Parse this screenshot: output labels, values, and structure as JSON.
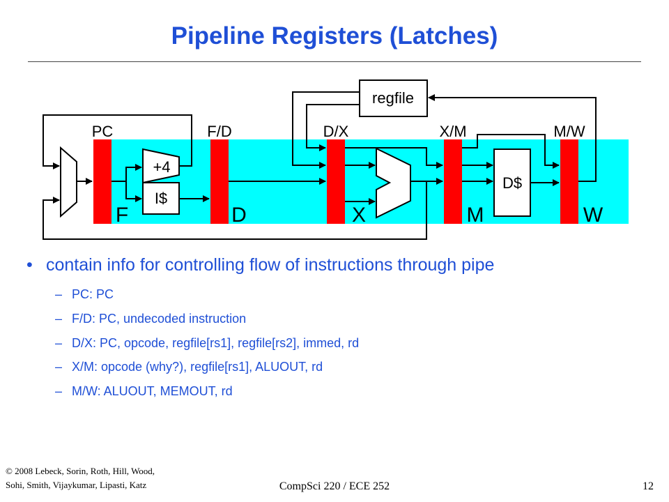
{
  "slide": {
    "title": "Pipeline Registers (Latches)",
    "title_color": "#1f4fd6"
  },
  "diagram": {
    "register_labels": [
      "PC",
      "F/D",
      "D/X",
      "X/M",
      "M/W"
    ],
    "stage_labels": [
      "F",
      "D",
      "X",
      "M",
      "W"
    ],
    "block_labels": {
      "adder": "+4",
      "icache": "I$",
      "dcache": "D$",
      "regfile": "regfile"
    },
    "colors": {
      "pipeline_band": "#00ffff",
      "register": "#ff0000"
    }
  },
  "bullets": {
    "main": "contain info for controlling flow of instructions through pipe",
    "sub": [
      "PC: PC",
      "F/D: PC, undecoded instruction",
      "D/X: PC, opcode, regfile[rs1], regfile[rs2], immed, rd",
      "X/M: opcode (why?), regfile[rs1], ALUOUT, rd",
      "M/W: ALUOUT, MEMOUT, rd"
    ]
  },
  "footer": {
    "copyright_line1": "© 2008 Lebeck, Sorin, Roth, Hill, Wood,",
    "copyright_line2": "Sohi, Smith, Vijaykumar, Lipasti, Katz",
    "course": "CompSci 220 / ECE 252",
    "page_number": "12"
  }
}
